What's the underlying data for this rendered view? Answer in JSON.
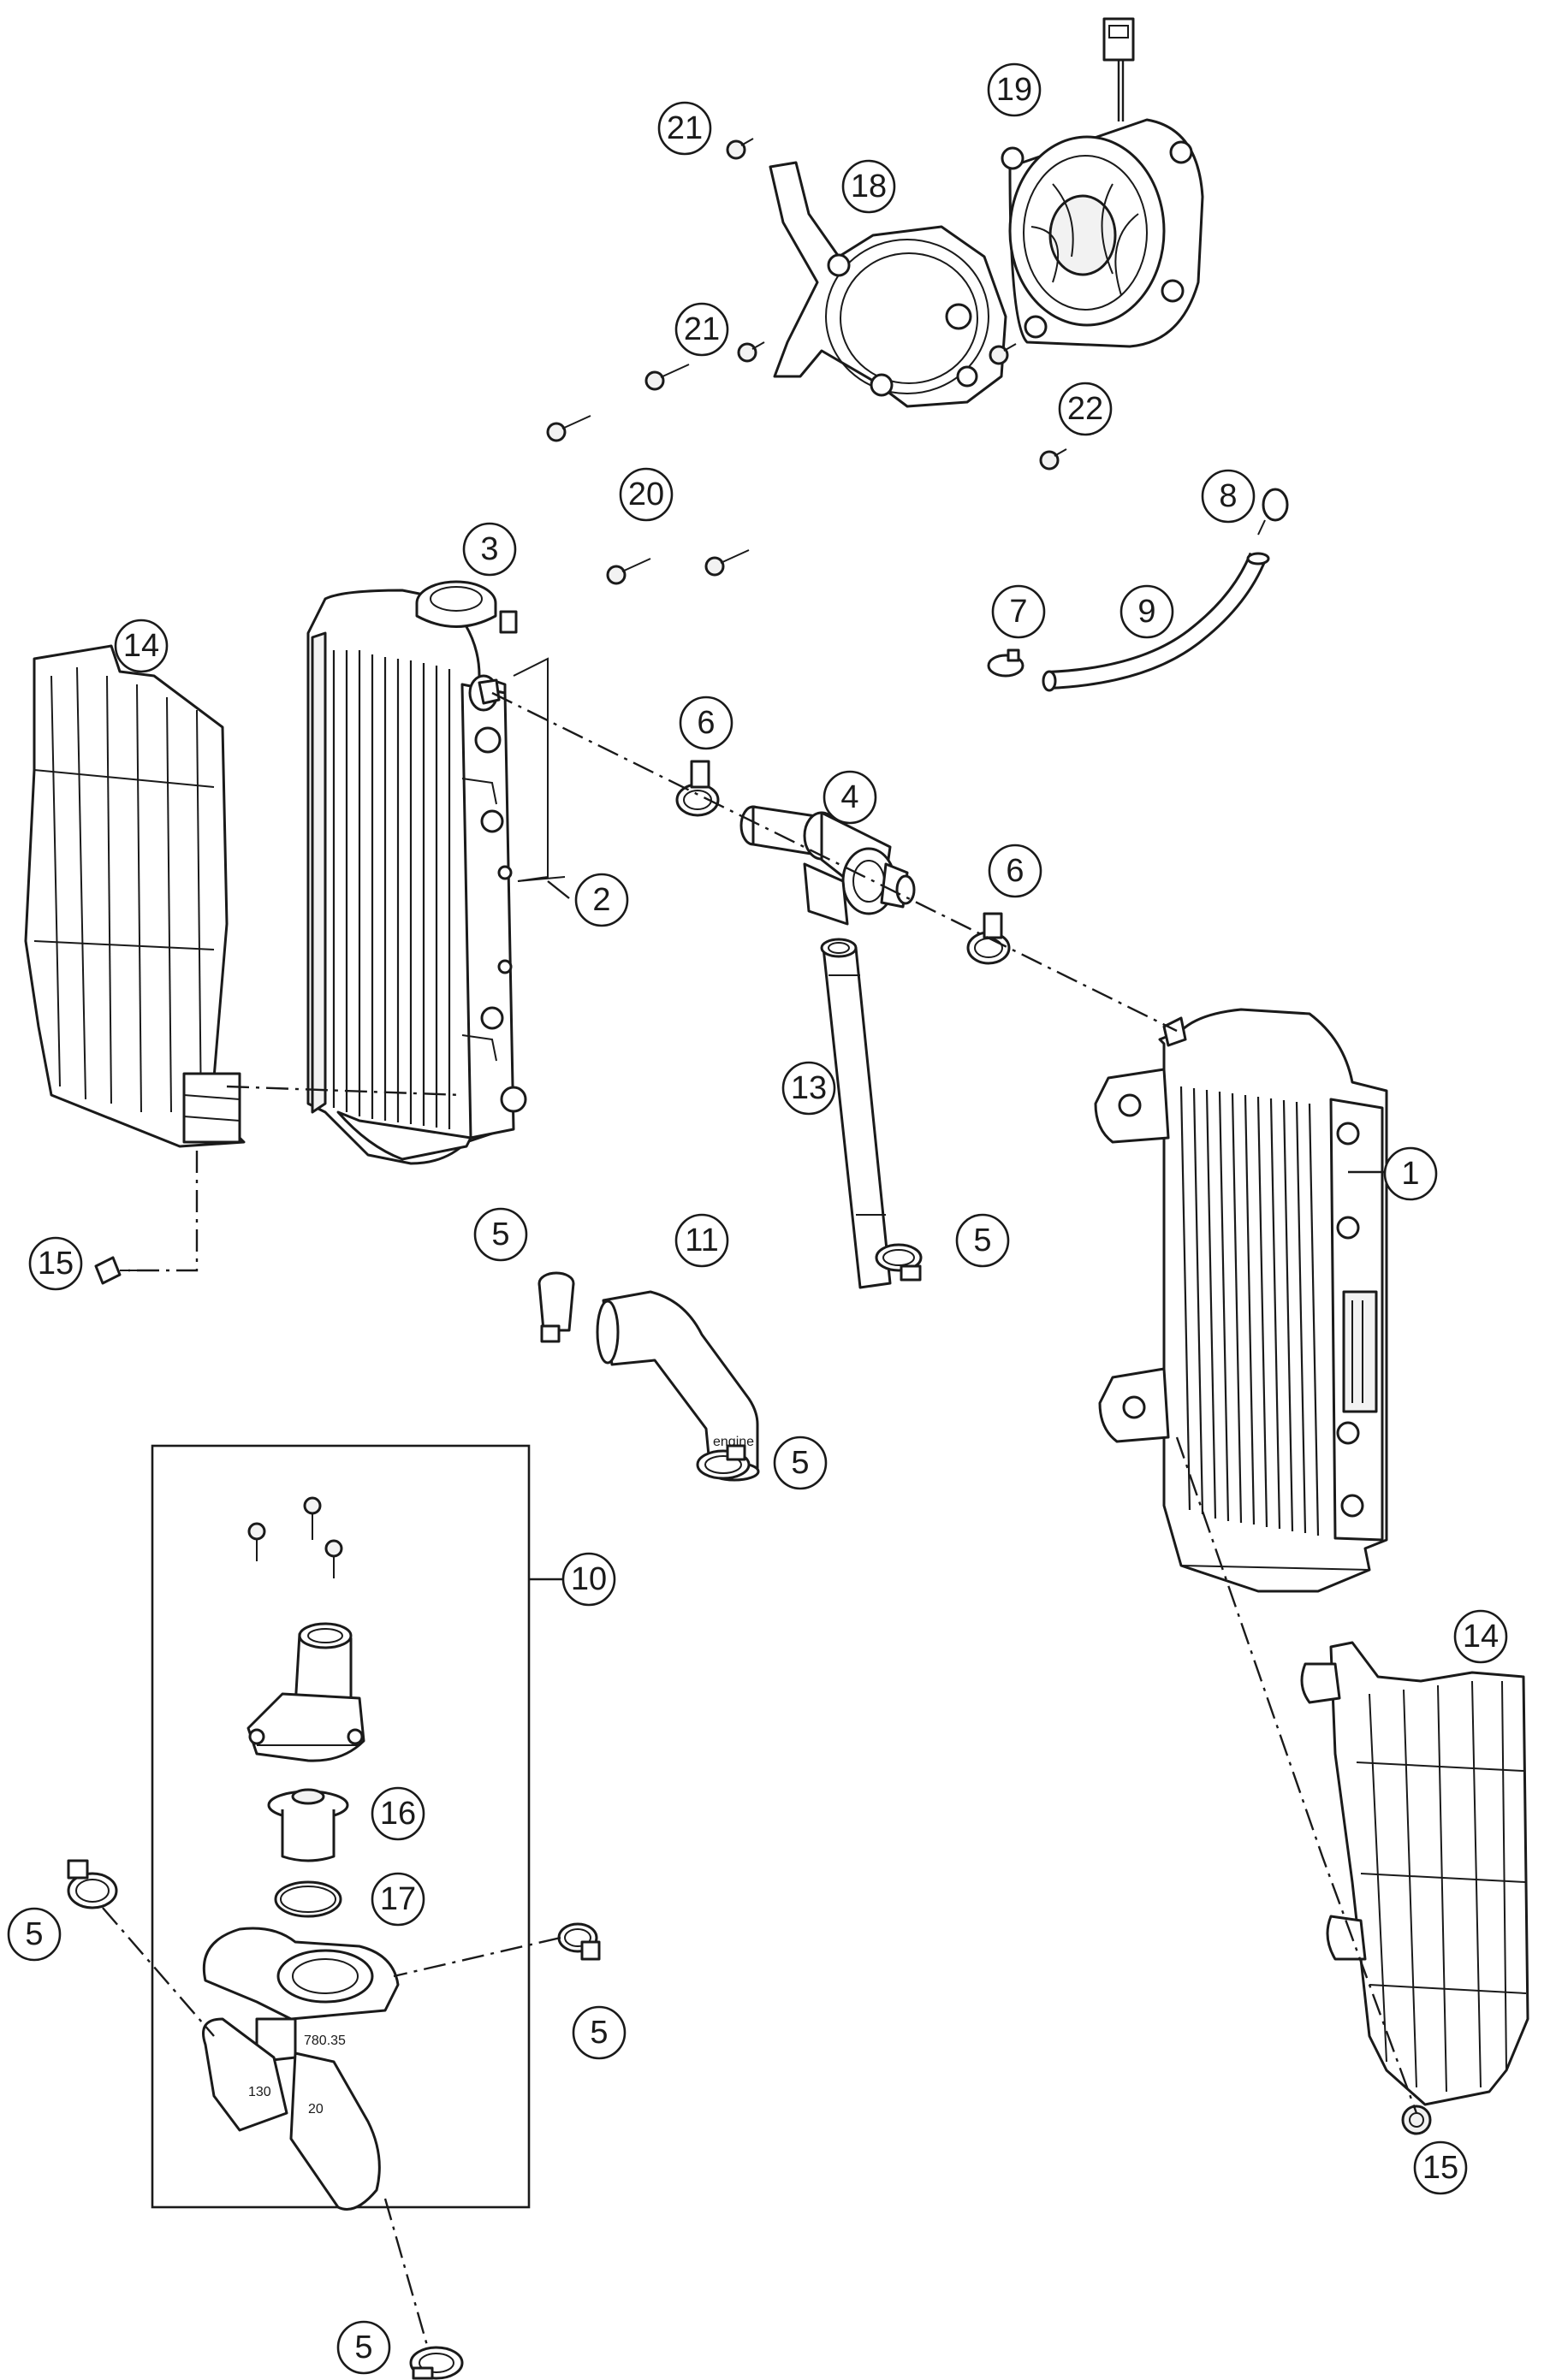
{
  "diagram": {
    "callouts": [
      {
        "id": "c1",
        "label": "1"
      },
      {
        "id": "c2",
        "label": "2"
      },
      {
        "id": "c3",
        "label": "3"
      },
      {
        "id": "c4",
        "label": "4"
      },
      {
        "id": "c5a",
        "label": "5"
      },
      {
        "id": "c5b",
        "label": "5"
      },
      {
        "id": "c5c",
        "label": "5"
      },
      {
        "id": "c5d",
        "label": "5"
      },
      {
        "id": "c5e",
        "label": "5"
      },
      {
        "id": "c5f",
        "label": "5"
      },
      {
        "id": "c6a",
        "label": "6"
      },
      {
        "id": "c6b",
        "label": "6"
      },
      {
        "id": "c7",
        "label": "7"
      },
      {
        "id": "c8",
        "label": "8"
      },
      {
        "id": "c9",
        "label": "9"
      },
      {
        "id": "c10",
        "label": "10"
      },
      {
        "id": "c11",
        "label": "11"
      },
      {
        "id": "c13",
        "label": "13"
      },
      {
        "id": "c14a",
        "label": "14"
      },
      {
        "id": "c14b",
        "label": "14"
      },
      {
        "id": "c15a",
        "label": "15"
      },
      {
        "id": "c15b",
        "label": "15"
      },
      {
        "id": "c16",
        "label": "16"
      },
      {
        "id": "c17",
        "label": "17"
      },
      {
        "id": "c18",
        "label": "18"
      },
      {
        "id": "c19",
        "label": "19"
      },
      {
        "id": "c20",
        "label": "20"
      },
      {
        "id": "c21a",
        "label": "21"
      },
      {
        "id": "c21b",
        "label": "21"
      },
      {
        "id": "c22",
        "label": "22"
      }
    ],
    "hose_markings": {
      "upper_hose": "engine",
      "lower_hose_a": "130",
      "lower_hose_b": "20",
      "thermostat_housing": "780.35"
    }
  }
}
